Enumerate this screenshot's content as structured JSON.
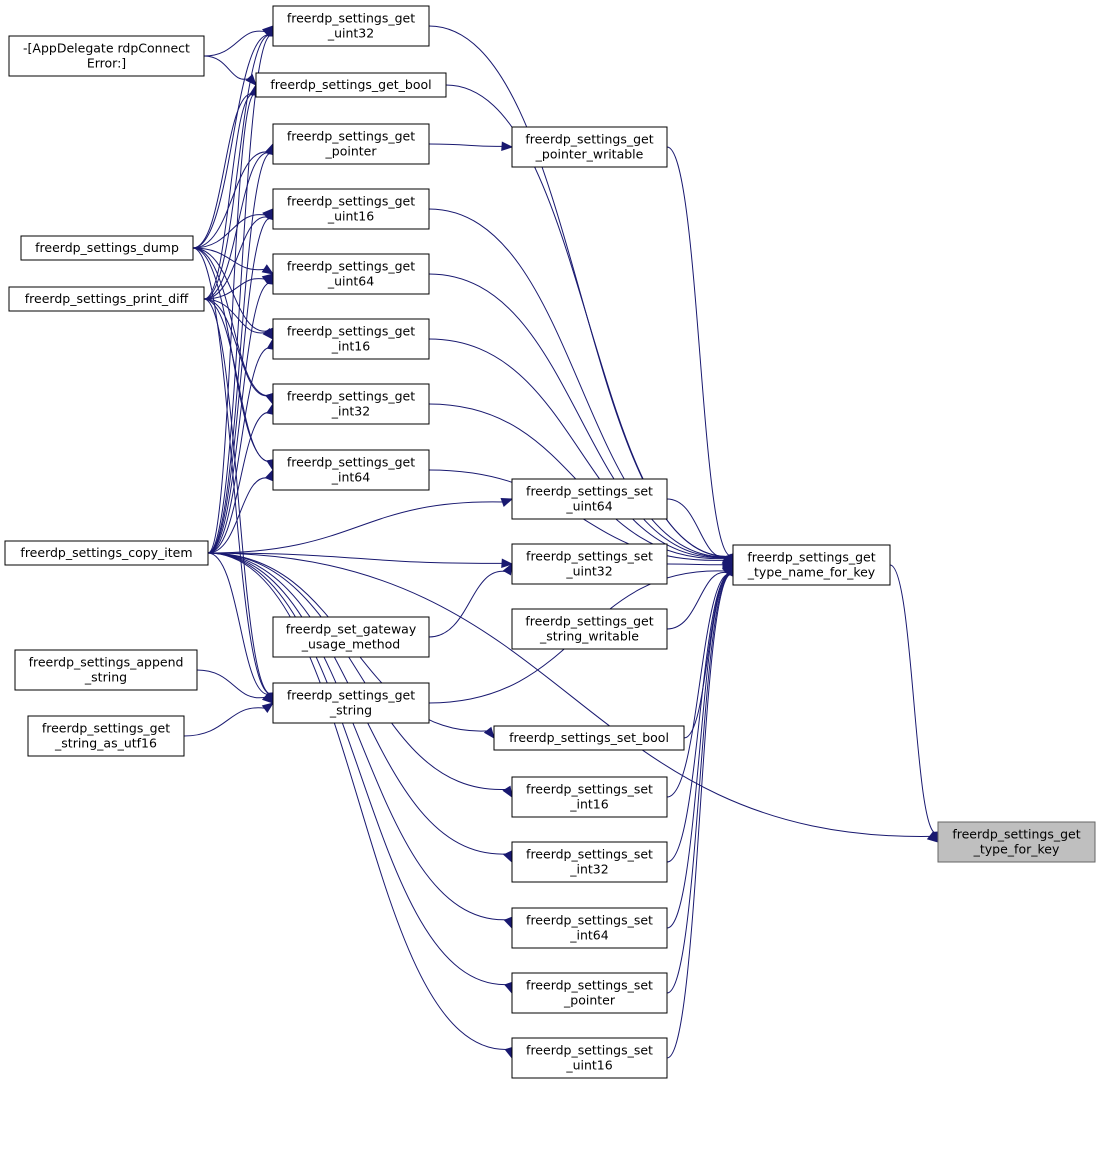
{
  "diagram": {
    "nodes": [
      {
        "id": "type_for_key",
        "lines": [
          "freerdp_settings_get",
          "_type_for_key"
        ],
        "focus": true
      },
      {
        "id": "type_name_for_key",
        "lines": [
          "freerdp_settings_get",
          "_type_name_for_key"
        ]
      },
      {
        "id": "get_uint32",
        "lines": [
          "freerdp_settings_get",
          "_uint32"
        ]
      },
      {
        "id": "get_bool",
        "lines": [
          "freerdp_settings_get_bool"
        ]
      },
      {
        "id": "get_pointer",
        "lines": [
          "freerdp_settings_get",
          "_pointer"
        ]
      },
      {
        "id": "get_pointer_writable",
        "lines": [
          "freerdp_settings_get",
          "_pointer_writable"
        ]
      },
      {
        "id": "get_uint16",
        "lines": [
          "freerdp_settings_get",
          "_uint16"
        ]
      },
      {
        "id": "get_uint64",
        "lines": [
          "freerdp_settings_get",
          "_uint64"
        ]
      },
      {
        "id": "get_int16",
        "lines": [
          "freerdp_settings_get",
          "_int16"
        ]
      },
      {
        "id": "get_int32",
        "lines": [
          "freerdp_settings_get",
          "_int32"
        ]
      },
      {
        "id": "get_int64",
        "lines": [
          "freerdp_settings_get",
          "_int64"
        ]
      },
      {
        "id": "set_uint64",
        "lines": [
          "freerdp_settings_set",
          "_uint64"
        ]
      },
      {
        "id": "set_uint32",
        "lines": [
          "freerdp_settings_set",
          "_uint32"
        ]
      },
      {
        "id": "get_string_writable",
        "lines": [
          "freerdp_settings_get",
          "_string_writable"
        ]
      },
      {
        "id": "set_gateway",
        "lines": [
          "freerdp_set_gateway",
          "_usage_method"
        ]
      },
      {
        "id": "get_string",
        "lines": [
          "freerdp_settings_get",
          "_string"
        ]
      },
      {
        "id": "set_bool",
        "lines": [
          "freerdp_settings_set_bool"
        ]
      },
      {
        "id": "set_int16",
        "lines": [
          "freerdp_settings_set",
          "_int16"
        ]
      },
      {
        "id": "set_int32",
        "lines": [
          "freerdp_settings_set",
          "_int32"
        ]
      },
      {
        "id": "set_int64",
        "lines": [
          "freerdp_settings_set",
          "_int64"
        ]
      },
      {
        "id": "set_pointer",
        "lines": [
          "freerdp_settings_set",
          "_pointer"
        ]
      },
      {
        "id": "set_uint16",
        "lines": [
          "freerdp_settings_set",
          "_uint16"
        ]
      },
      {
        "id": "app_delegate",
        "lines": [
          "-[AppDelegate rdpConnect",
          "Error:]"
        ]
      },
      {
        "id": "dump",
        "lines": [
          "freerdp_settings_dump"
        ]
      },
      {
        "id": "print_diff",
        "lines": [
          "freerdp_settings_print_diff"
        ]
      },
      {
        "id": "copy_item",
        "lines": [
          "freerdp_settings_copy_item"
        ]
      },
      {
        "id": "append_string",
        "lines": [
          "freerdp_settings_append",
          "_string"
        ]
      },
      {
        "id": "get_string_utf16",
        "lines": [
          "freerdp_settings_get",
          "_string_as_utf16"
        ]
      }
    ],
    "edges": [
      [
        "type_name_for_key",
        "type_for_key"
      ],
      [
        "copy_item",
        "type_for_key"
      ],
      [
        "get_uint32",
        "type_name_for_key"
      ],
      [
        "get_bool",
        "type_name_for_key"
      ],
      [
        "get_pointer_writable",
        "type_name_for_key"
      ],
      [
        "get_uint16",
        "type_name_for_key"
      ],
      [
        "get_uint64",
        "type_name_for_key"
      ],
      [
        "get_int16",
        "type_name_for_key"
      ],
      [
        "get_int32",
        "type_name_for_key"
      ],
      [
        "get_int64",
        "type_name_for_key"
      ],
      [
        "set_uint64",
        "type_name_for_key"
      ],
      [
        "set_uint32",
        "type_name_for_key"
      ],
      [
        "get_string_writable",
        "type_name_for_key"
      ],
      [
        "get_string",
        "type_name_for_key"
      ],
      [
        "set_bool",
        "type_name_for_key"
      ],
      [
        "set_int16",
        "type_name_for_key"
      ],
      [
        "set_int32",
        "type_name_for_key"
      ],
      [
        "set_int64",
        "type_name_for_key"
      ],
      [
        "set_pointer",
        "type_name_for_key"
      ],
      [
        "set_uint16",
        "type_name_for_key"
      ],
      [
        "get_pointer",
        "get_pointer_writable"
      ],
      [
        "app_delegate",
        "get_uint32"
      ],
      [
        "app_delegate",
        "get_bool"
      ],
      [
        "dump",
        "get_uint32"
      ],
      [
        "dump",
        "get_bool"
      ],
      [
        "dump",
        "get_pointer"
      ],
      [
        "dump",
        "get_uint16"
      ],
      [
        "dump",
        "get_uint64"
      ],
      [
        "dump",
        "get_int16"
      ],
      [
        "dump",
        "get_int32"
      ],
      [
        "dump",
        "get_int64"
      ],
      [
        "dump",
        "get_string"
      ],
      [
        "print_diff",
        "get_uint32"
      ],
      [
        "print_diff",
        "get_bool"
      ],
      [
        "print_diff",
        "get_pointer"
      ],
      [
        "print_diff",
        "get_uint16"
      ],
      [
        "print_diff",
        "get_uint64"
      ],
      [
        "print_diff",
        "get_int16"
      ],
      [
        "print_diff",
        "get_int32"
      ],
      [
        "print_diff",
        "get_int64"
      ],
      [
        "print_diff",
        "get_string"
      ],
      [
        "copy_item",
        "get_uint32"
      ],
      [
        "copy_item",
        "get_bool"
      ],
      [
        "copy_item",
        "get_pointer"
      ],
      [
        "copy_item",
        "get_uint16"
      ],
      [
        "copy_item",
        "get_uint64"
      ],
      [
        "copy_item",
        "get_int16"
      ],
      [
        "copy_item",
        "get_int32"
      ],
      [
        "copy_item",
        "get_int64"
      ],
      [
        "copy_item",
        "get_string"
      ],
      [
        "copy_item",
        "set_uint64"
      ],
      [
        "copy_item",
        "set_uint32"
      ],
      [
        "copy_item",
        "set_bool"
      ],
      [
        "copy_item",
        "set_int16"
      ],
      [
        "copy_item",
        "set_int32"
      ],
      [
        "copy_item",
        "set_int64"
      ],
      [
        "copy_item",
        "set_pointer"
      ],
      [
        "copy_item",
        "set_uint16"
      ],
      [
        "set_gateway",
        "set_uint32"
      ],
      [
        "append_string",
        "get_string"
      ],
      [
        "get_string_utf16",
        "get_string"
      ]
    ]
  }
}
